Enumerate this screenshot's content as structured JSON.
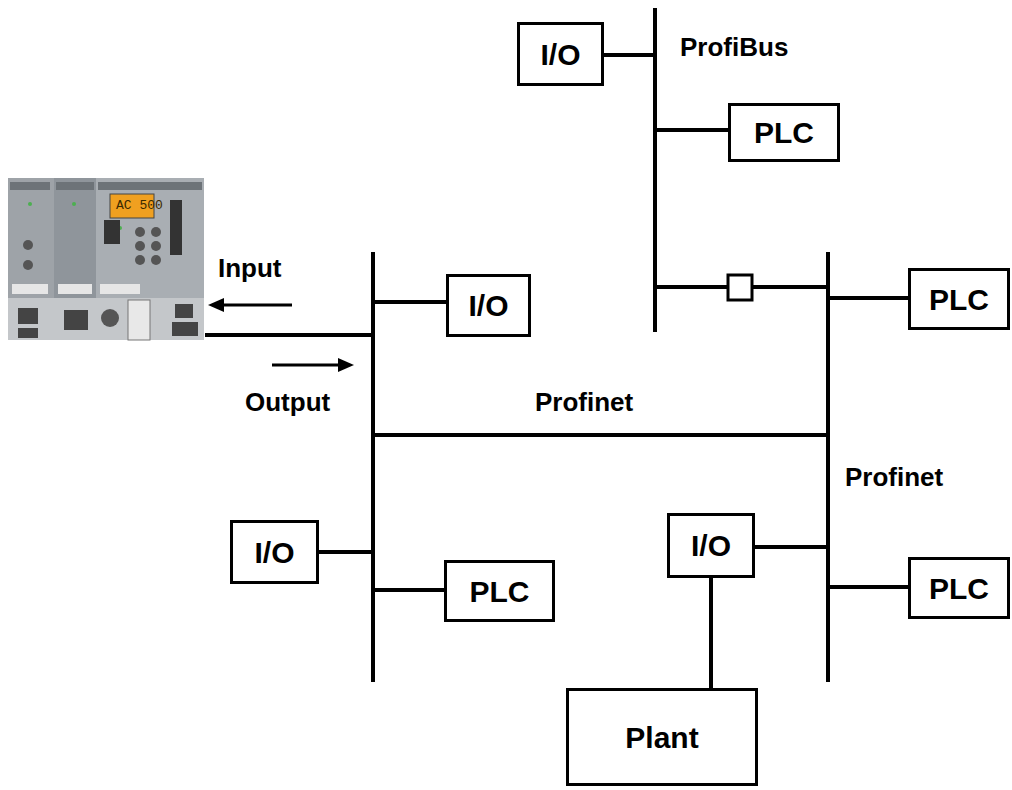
{
  "diagram": {
    "nodes": [
      {
        "text": [
          "I/O"
        ]
      },
      {
        "text": [
          "PLC"
        ]
      },
      {
        "text": [
          "PLC"
        ]
      },
      {
        "text": [
          "I/O"
        ]
      },
      {
        "text": [
          "I/O"
        ]
      },
      {
        "text": [
          "PLC"
        ]
      },
      {
        "text": [
          "I/O"
        ]
      },
      {
        "text": [
          "PLC"
        ]
      },
      {
        "text": [
          "Plant"
        ]
      }
    ],
    "edges": [
      {
        "from": 6,
        "to": 8,
        "arrow": "none"
      }
    ],
    "labels": [
      "ProfiBus",
      "Input",
      "Output",
      "Profinet",
      "Profinet",
      "AC 500"
    ]
  }
}
